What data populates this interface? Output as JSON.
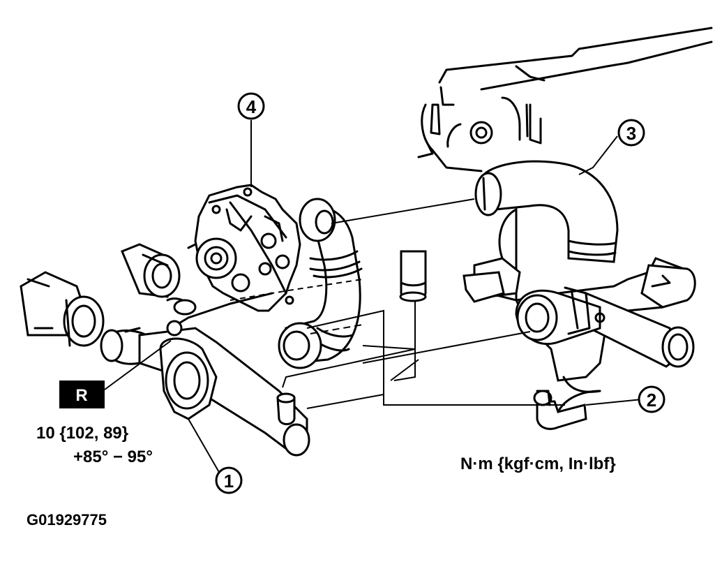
{
  "callouts": [
    {
      "id": 1,
      "label": "1"
    },
    {
      "id": 2,
      "label": "2"
    },
    {
      "id": 3,
      "label": "3"
    },
    {
      "id": 4,
      "label": "4"
    }
  ],
  "badge": {
    "label": "R",
    "color": "#000000",
    "text_color": "#ffffff"
  },
  "torque": {
    "value": "10 {102, 89}",
    "angle": "+85° − 95°"
  },
  "units_note": "N·m {kgf·cm, In·lbf}",
  "figure_id": "G01929775"
}
